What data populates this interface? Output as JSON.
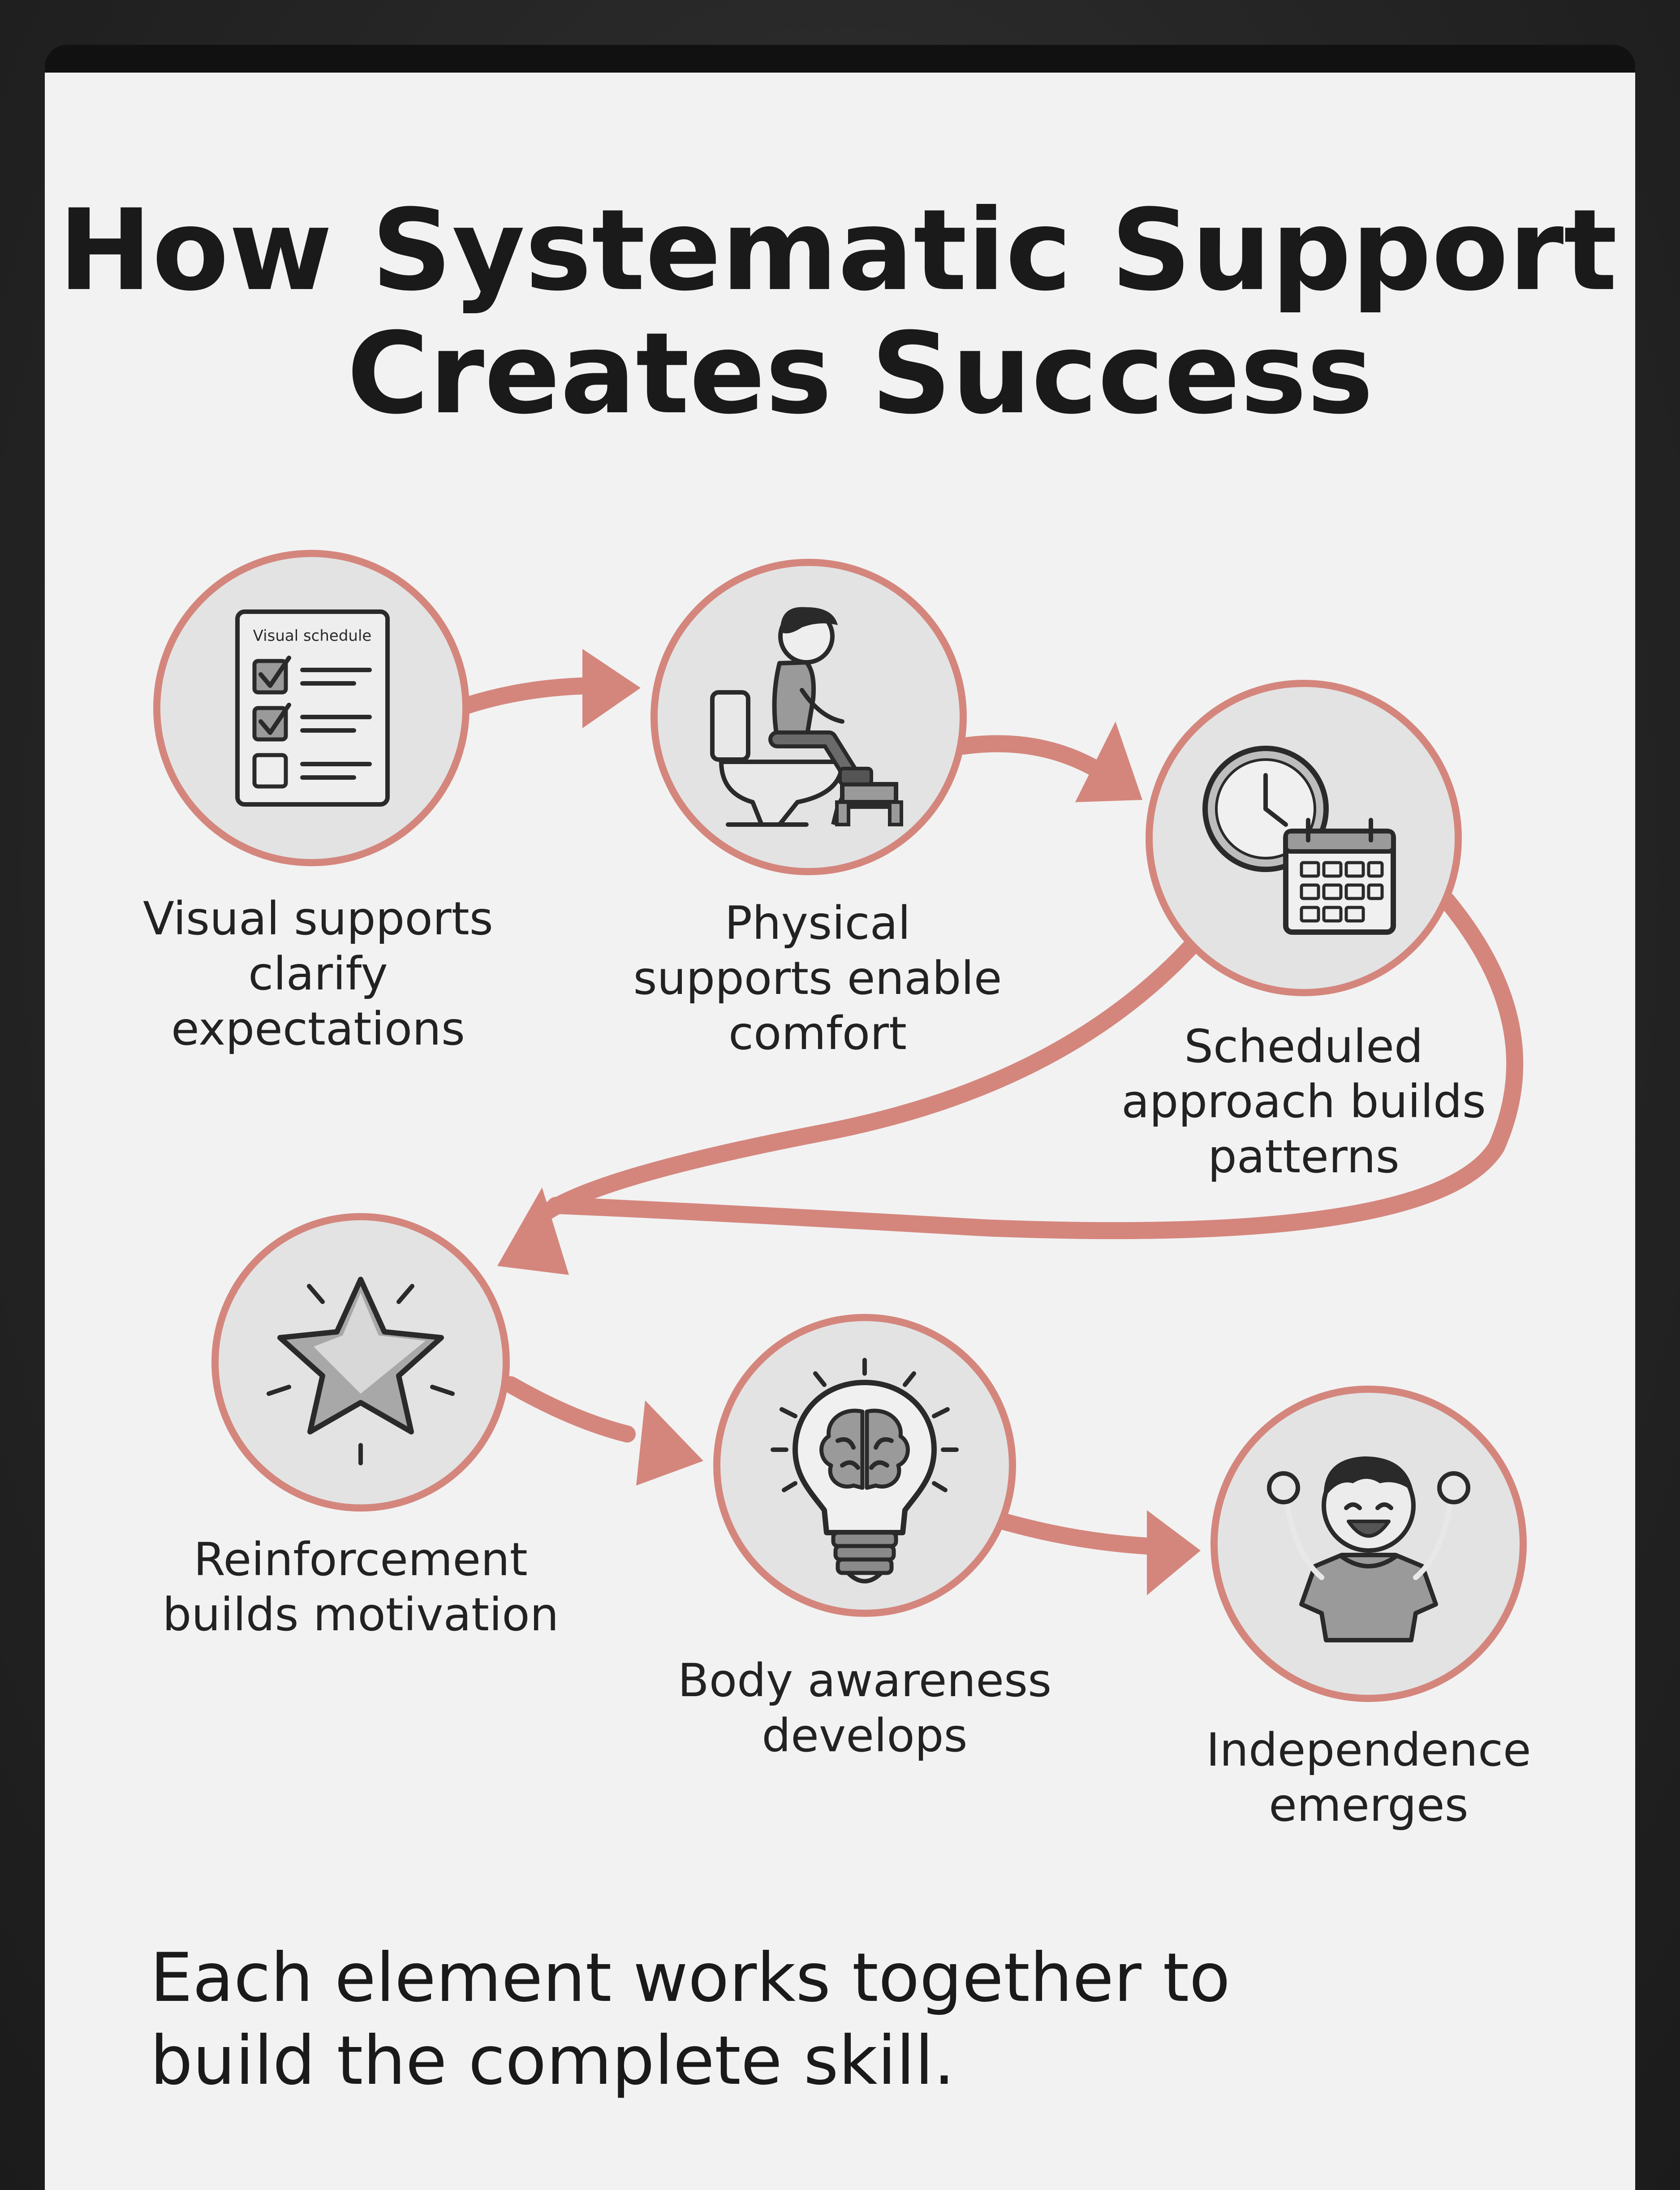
{
  "title": {
    "line1": "How Systematic Support",
    "line2": "Creates Success"
  },
  "steps": [
    {
      "id": "visual",
      "icon": "checklist-icon",
      "icon_text": "Visual schedule",
      "label_lines": [
        "Visual supports",
        "clarify",
        "expectations"
      ]
    },
    {
      "id": "physical",
      "icon": "child-on-toilet-icon",
      "label_lines": [
        "Physical",
        "supports enable",
        "comfort"
      ]
    },
    {
      "id": "scheduled",
      "icon": "clock-calendar-icon",
      "label_lines": [
        "Scheduled",
        "approach builds",
        "patterns"
      ]
    },
    {
      "id": "reinforcement",
      "icon": "star-icon",
      "label_lines": [
        "Reinforcement",
        "builds motivation"
      ]
    },
    {
      "id": "body",
      "icon": "brain-lightbulb-icon",
      "label_lines": [
        "Body awareness",
        "develops"
      ]
    },
    {
      "id": "independence",
      "icon": "cheering-child-icon",
      "label_lines": [
        "Independence",
        "emerges"
      ]
    }
  ],
  "footer": {
    "line1": "Each element works together to",
    "line2": "build the complete skill."
  },
  "colors": {
    "accent": "#d4867d",
    "card": "#f2f2f2",
    "node_fill": "#e3e3e3",
    "text": "#1a1a1a"
  }
}
